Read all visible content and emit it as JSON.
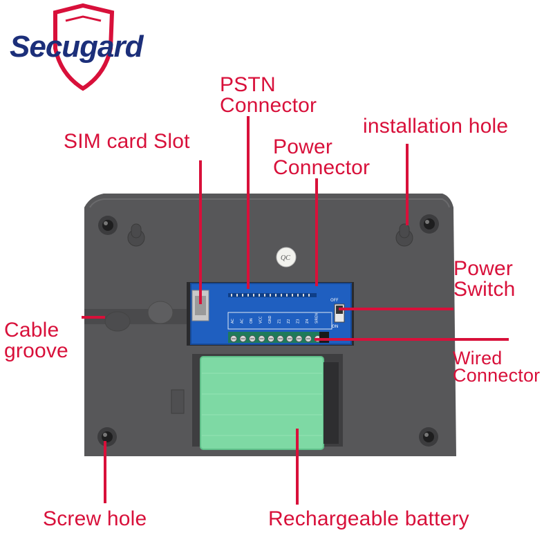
{
  "brand": {
    "name": "Secugard"
  },
  "labels": {
    "pstn_line1": "PSTN",
    "pstn_line2": "Connector",
    "installation_hole": "installation hole",
    "sim_card_slot": "SIM card Slot",
    "power_connector_line1": "Power",
    "power_connector_line2": "Connector",
    "power_switch_line1": "Power",
    "power_switch_line2": "Switch",
    "cable_groove_line1": "Cable",
    "cable_groove_line2": "groove",
    "wired_connector_line1": "Wired",
    "wired_connector_line2": "Connector",
    "screw_hole": "Screw hole",
    "rechargeable_battery": "Rechargeable battery"
  },
  "board": {
    "terminals": [
      "AC",
      "AC",
      "ON",
      "VCC",
      "GND",
      "Z1",
      "Z2",
      "Z3",
      "Z4",
      "SIREN"
    ],
    "switch_off": "OFF",
    "switch_on": "ON",
    "sticker": "QC"
  },
  "colors": {
    "label_red": "#d8103a",
    "logo_blue": "#1c2f7a",
    "device_body": "#5a5a5c",
    "board_blue": "#1f5fc0",
    "terminal_green": "#1f7a5a",
    "battery_green": "#7ed9a4"
  }
}
